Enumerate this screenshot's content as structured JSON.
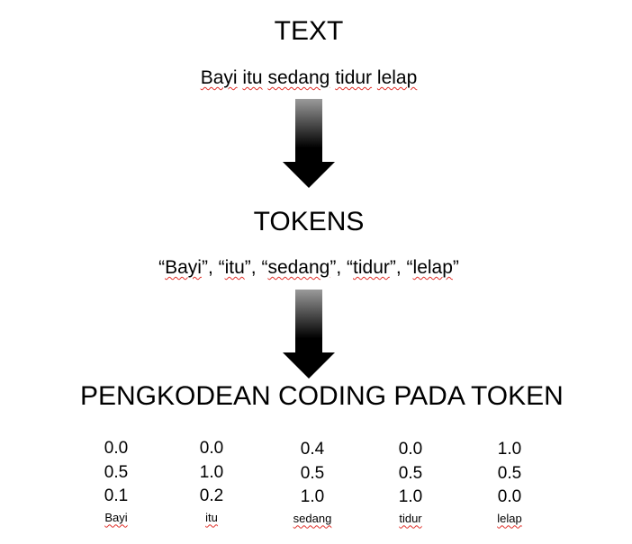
{
  "sections": {
    "text_heading": "TEXT",
    "sentence_words": [
      "Bayi",
      "itu",
      "sedang",
      "tidur",
      "lelap"
    ],
    "tokens_heading": "TOKENS",
    "tokens_list": [
      "Bayi",
      "itu",
      "sedang",
      "tidur",
      "lelap"
    ],
    "encoding_heading": "PENGKODEAN CODING PADA TOKEN"
  },
  "encodings": [
    {
      "token": "Bayi",
      "values": [
        "0.0",
        "0.5",
        "0.1"
      ]
    },
    {
      "token": "itu",
      "values": [
        "0.0",
        "1.0",
        "0.2"
      ]
    },
    {
      "token": "sedang",
      "values": [
        "0.4",
        "0.5",
        "1.0"
      ]
    },
    {
      "token": "tidur",
      "values": [
        "0.0",
        "0.5",
        "1.0"
      ]
    },
    {
      "token": "lelap",
      "values": [
        "1.0",
        "0.5",
        "0.0"
      ]
    }
  ],
  "colors": {
    "text": "#000000",
    "spellcheck_underline": "#e0312b",
    "arrow_gradient_top": "#9a9a9a",
    "arrow_gradient_bottom": "#000000"
  }
}
